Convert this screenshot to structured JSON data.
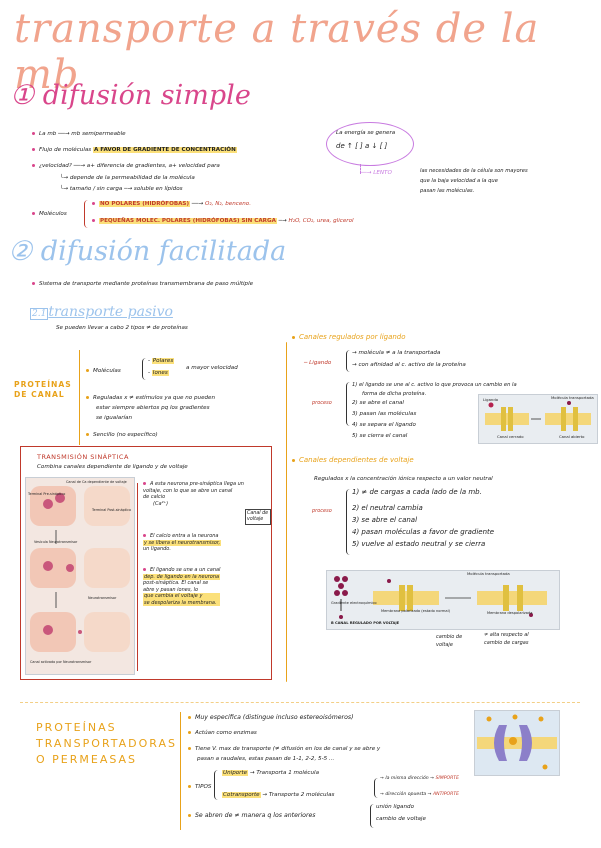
{
  "title": "transporte a través de la mb",
  "s1": {
    "heading": "① difusión simple",
    "b1": "La mb ──→ mb semipermeable",
    "b2_pre": "Flujo de moléculas",
    "b2_hl": "A FAVOR DE GRADIENTE DE CONCENTRACIÓN",
    "b3": "¿velocidad? ──→ a+ diferencia de gradientes, a+ velocidad para",
    "b3a": "└→ depende de la permeabilidad de la molécula",
    "b3b": "└→ tamaño / sin carga ─→ soluble en lípidos",
    "b4_pre": "Moléculos",
    "b4a": "NO POLARES (HIDRÓFOBAS)",
    "b4a_tail": "O₂, N₂, benceno.",
    "b4b": "PEQUEÑAS MOLEC. POLARES (HIDRÓFOBAS) SIN CARGA",
    "b4b_tail": "H₂O, CO₂, urea, glicerol",
    "energy_l1": "La energía se genera",
    "energy_l2": "de ↑ [ ] a ↓ [ ]",
    "slow": "LENTO",
    "slow_l1": "las necesidades de la célula son mayores",
    "slow_l2": "que la baja velocidad a la que",
    "slow_l3": "pasan las moléculas."
  },
  "s2": {
    "heading": "② difusión facilitada",
    "b1": "Sistema de transporte mediante proteínas transmembrana de paso múltiple",
    "sub_heading": "transporte pasivo",
    "sub_num": "2.1",
    "b2": "Se pueden llevar a cabo 2 tipos ≠ de proteínas",
    "canal_label_l1": "PROTEÍNAS",
    "canal_label_l2": "DE CANAL",
    "mol_label": "Moléculas",
    "mol_polar": "Polares",
    "mol_iones": "Iones",
    "mol_speed": "a mayor velocidad",
    "reg_l1": "Reguladas x ≠ estímulos ya que no pueden",
    "reg_l2": "estar siempre abiertos pq los gradientes",
    "reg_l3": "se igualarían",
    "sencillo": "Sencillo (no específico)",
    "lig_heading": "Canales regulados por ligando",
    "lig_label": "Ligando",
    "lig_a": "molécula ≠ a la transportada",
    "lig_b": "con afinidad al c. activo de la proteína",
    "proc_label": "proceso",
    "lig_s1": "el ligando se une al c. activo lo que provoca un cambio en la",
    "lig_s1b": "forma de dicha proteína.",
    "lig_s2": "se abre el canal",
    "lig_s3": "pasan las moléculas",
    "lig_s4": "se separa el ligando",
    "lig_s5": "se cierra el canal",
    "volt_heading": "Canales dependientes de voltaje",
    "volt_reg": "Regulados x la concentración iónica respecto a un valor neutral",
    "volt_s1": "≠ de cargas a cada lado de la mb.",
    "volt_s2": "el neutral cambia",
    "volt_s3": "se abre el canal",
    "volt_s4": "pasan moléculas a favor de gradiente",
    "volt_s5": "vuelve al estado neutral y se cierra",
    "fig1_c1": "Canal cerrado",
    "fig1_c2": "Canal abierto",
    "fig1_mol": "Molécula transportada",
    "fig1_lig": "Ligando",
    "fig2_mol": "Molécula transportada",
    "fig2_grad": "Gradiente electroquímico",
    "fig2_pol": "Membrana polarizada (estado normal)",
    "fig2_dep": "Membrana despolarizada",
    "fig2_caption": "B CANAL REGULADO POR VOLTAJE",
    "fig2_note1_l1": "cambio de",
    "fig2_note1_l2": "voltaje",
    "fig2_note2_l1": "≠ alta respecto al",
    "fig2_note2_l2": "cambio de cargas"
  },
  "synapse": {
    "title": "TRANSMISIÓN SINÁPTICA",
    "subtitle": "Combina canales dependiente de ligando y de voltaje",
    "n1_l1": "A esta neurona pre-sináptica llega un",
    "n1_l2": "voltaje, con lo que se abre un canal",
    "n1_l3": "de calcio",
    "n1_ca": "(Ca²⁺)",
    "n1_side": "Canal de voltaje",
    "n2_l1": "El calcio entra a la neurona",
    "n2_l2": "y se libera el neurotransmisor,",
    "n2_l3": "un ligando.",
    "n3_l1": "El ligando se une a un canal",
    "n3_l2": "dep. de ligando en la neurona",
    "n3_l3": "post-sináptica. El canal se",
    "n3_l4": "abre y pasan iones, lo",
    "n3_l5": "que cambia el voltaje y",
    "n3_l6": "se despolariza la membrana.",
    "lbl_term": "Terminal Pre-sináptico",
    "lbl_canal": "Canal de Ca dependiente de voltaje",
    "lbl_post": "Terminal Post-sináptico",
    "lbl_ves": "Vesícula Neurotransmisor",
    "lbl_nt": "Neurotransmisor",
    "lbl_act": "Canal activado por Neurotransmisor"
  },
  "s3": {
    "label_l1": "PROTEÍNAS",
    "label_l2": "TRANSPORTADORAS",
    "label_l3": "O PERMEASAS",
    "b1": "Muy específica (distingue incluso estereoisómeros)",
    "b2": "Actúan como enzimas",
    "b3_l1": "Tiene V. max de transporte (≠ difusión en los de canal y se abre y",
    "b3_l2": "pasan a raudales, estas pasan de 1-1, 2-2, 5-5 ...",
    "tipos": "TIPOS",
    "uniporte": "Uniporte",
    "uniporte_d": "Transporta 1 molécula",
    "cotransporte": "Cotransporte",
    "cotrans_d": "Transporta 2 moléculas",
    "simporte_pre": "la misma dirección",
    "simporte": "SIMPORTE",
    "antiporte_pre": "dirección opuesta",
    "antiporte": "ANTIPORTE",
    "b5": "Se abren de ≠ manera q los anteriores",
    "b5a": "unión ligando",
    "b5b": "cambio de voltaje"
  }
}
